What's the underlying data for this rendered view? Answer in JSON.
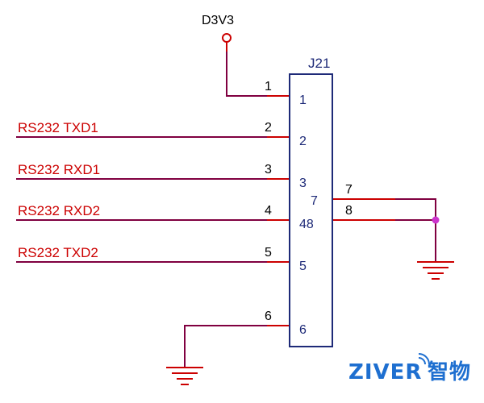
{
  "power": {
    "name": "D3V3"
  },
  "connector": {
    "ref": "J21",
    "pins": [
      {
        "num": "1",
        "pin_label": "1",
        "pad": "1"
      },
      {
        "num": "2",
        "pin_label": "2",
        "pad": "2"
      },
      {
        "num": "3",
        "pin_label": "3",
        "pad": "3"
      },
      {
        "num": "4",
        "pin_label": "48",
        "pad": "4"
      },
      {
        "num": "5",
        "pin_label": "5",
        "pad": "5"
      },
      {
        "num": "6",
        "pin_label": "6",
        "pad": "6"
      },
      {
        "num": "7",
        "pin_label": "7",
        "pad": "7"
      },
      {
        "num": "8",
        "pad": "8"
      }
    ]
  },
  "nets": {
    "txd1": "RS232 TXD1",
    "rxd1": "RS232 RXD1",
    "rxd2": "RS232 RXD2",
    "txd2": "RS232 TXD2"
  },
  "watermark": {
    "latin": "ZIVER",
    "cjk": "智物"
  },
  "colors": {
    "wire": "#800040",
    "body_outline": "#1e2a78",
    "pin_text": "#1e2a78",
    "pin_stub": "#cc0000",
    "net_label": "#cc0000",
    "power_symbol": "#cc0000",
    "junction": "#cc33cc",
    "ground_symbol": "#cc0000",
    "watermark": "#1e6fd0"
  }
}
